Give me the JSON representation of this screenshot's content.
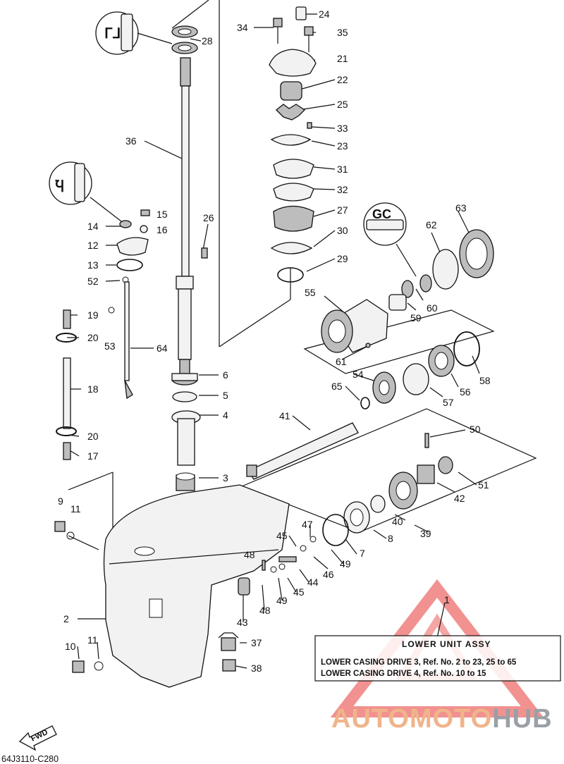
{
  "title_box": {
    "title": "LOWER UNIT ASSY",
    "lines": [
      "LOWER CASING DRIVE 3, Ref. No. 2 to 23, 25 to 65",
      "LOWER CASING DRIVE 4, Ref. No. 10 to 15"
    ]
  },
  "diagram_code": "64J3110-C280",
  "fwd_label": "FWD",
  "watermark": {
    "part1": "AUTOMOTO",
    "part2": "HUB",
    "color1": "#f0b48a",
    "color2": "#9aa0a6",
    "triangle_color": "#e53935"
  },
  "callouts": {
    "c24": "24",
    "c34": "34",
    "c35": "35",
    "c21": "21",
    "c28": "28",
    "c22": "22",
    "c25": "25",
    "c33": "33",
    "c23": "23",
    "c36": "36",
    "c31": "31",
    "c32": "32",
    "c27": "27",
    "c30": "30",
    "c29": "29",
    "c26": "26",
    "c14": "14",
    "c15": "15",
    "c16": "16",
    "c12": "12",
    "c13": "13",
    "c52": "52",
    "c19": "19",
    "c53": "53",
    "c20a": "20",
    "c64": "64",
    "c18": "18",
    "c20b": "20",
    "c17": "17",
    "c9": "9",
    "c11a": "11",
    "c6": "6",
    "c5": "5",
    "c4": "4",
    "c3": "3",
    "c63": "63",
    "c62": "62",
    "c55": "55",
    "c59": "59",
    "c60": "60",
    "c61": "61",
    "c54": "54",
    "c58": "58",
    "c56": "56",
    "c65": "65",
    "c57": "57",
    "c41": "41",
    "c50": "50",
    "c51": "51",
    "c42": "42",
    "c47": "47",
    "c45a": "45",
    "c40": "40",
    "c39": "39",
    "c8": "8",
    "c48a": "48",
    "c46": "46",
    "c49a": "49",
    "c7": "7",
    "c44": "44",
    "c49b": "49",
    "c45b": "45",
    "c48b": "48",
    "c43": "43",
    "c2": "2",
    "c1": "1",
    "c37": "37",
    "c10": "10",
    "c11b": "11",
    "c38": "38"
  }
}
